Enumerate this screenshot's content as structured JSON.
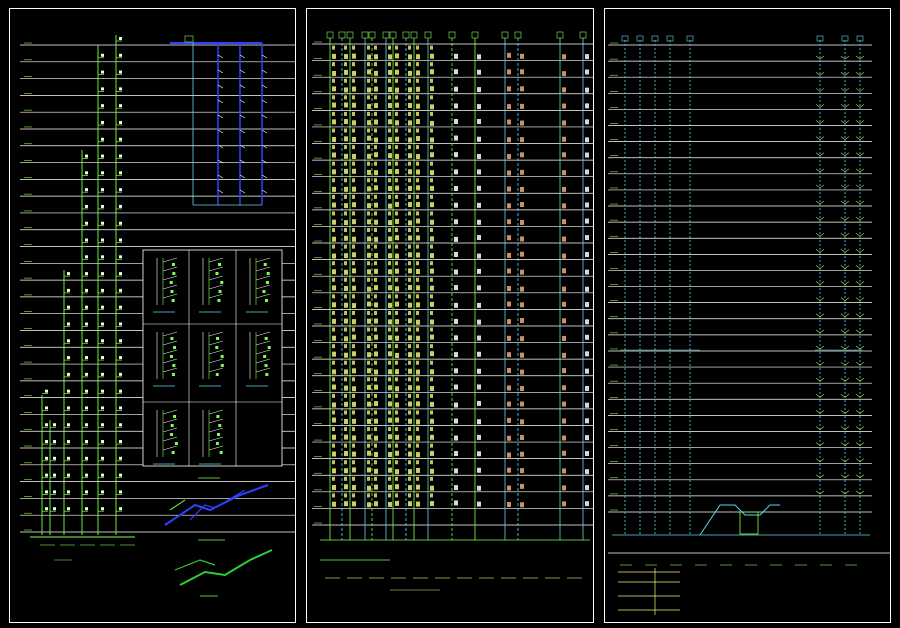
{
  "drawing": {
    "background": "#000000",
    "colors": {
      "frame": "#ffffff",
      "floor_line": "#ffffff",
      "green": "#7cff4a",
      "cyan": "#5cd8e8",
      "yellow": "#f2f27a",
      "salmon": "#f0a878",
      "blue": "#3040ff"
    }
  },
  "sheets": [
    {
      "id": "sheet-left",
      "floors": 30,
      "risers": 6,
      "theme": "green"
    },
    {
      "id": "sheet-middle",
      "floors": 30,
      "risers": 16,
      "theme": "yellow-salmon"
    },
    {
      "id": "sheet-right",
      "floors": 30,
      "risers": 7,
      "theme": "cyan"
    }
  ],
  "detail_grid": {
    "cols": 3,
    "rows": 3,
    "filled_cells": 8
  }
}
